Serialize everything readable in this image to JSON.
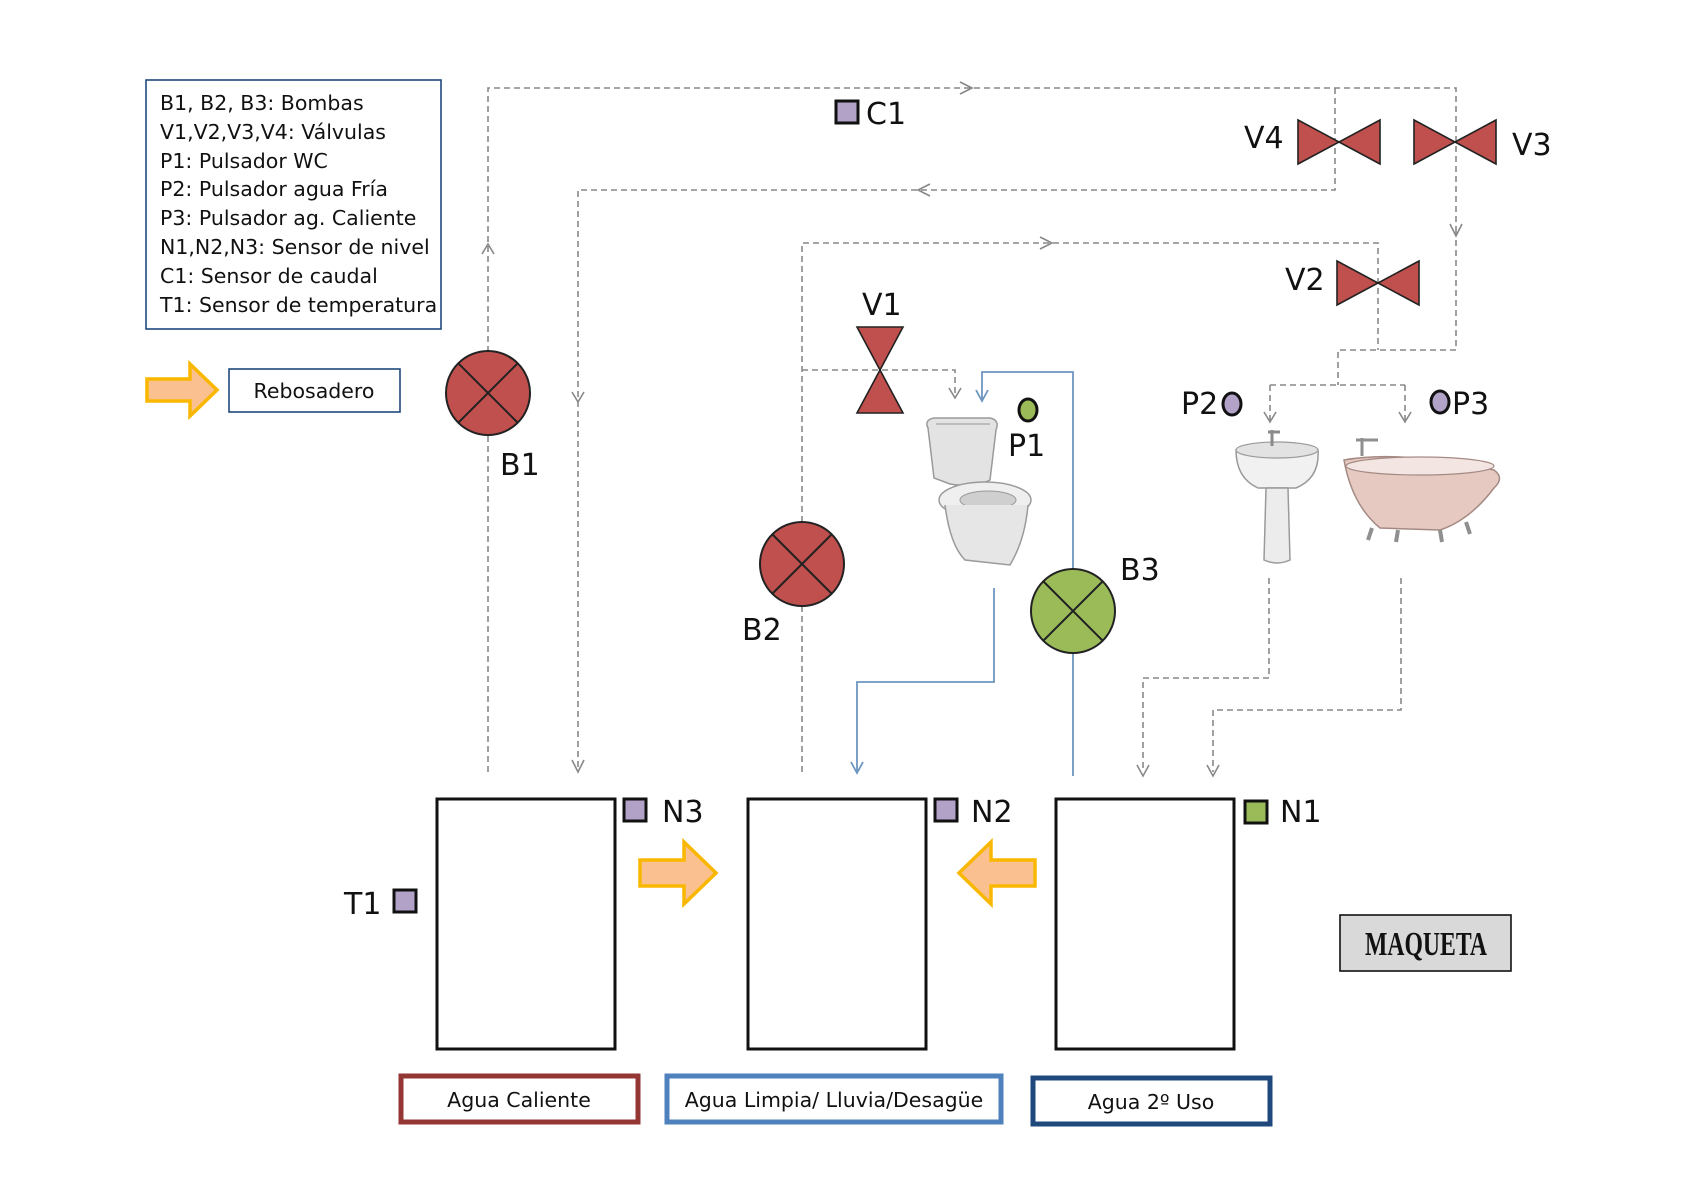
{
  "legend": {
    "lines": [
      "B1, B2, B3: Bombas",
      "V1,V2,V3,V4: Válvulas",
      "P1: Pulsador WC",
      "P2: Pulsador agua Fría",
      "P3: Pulsador ag. Caliente",
      "N1,N2,N3: Sensor de nivel",
      "C1: Sensor de caudal",
      "T1: Sensor de temperatura"
    ],
    "overflow_label": "Rebosadero"
  },
  "pumps": [
    {
      "id": "B1",
      "label": "B1",
      "color": "#c0504d"
    },
    {
      "id": "B2",
      "label": "B2",
      "color": "#c0504d"
    },
    {
      "id": "B3",
      "label": "B3",
      "color": "#9bbb59"
    }
  ],
  "valves": [
    {
      "id": "V1",
      "label": "V1"
    },
    {
      "id": "V2",
      "label": "V2"
    },
    {
      "id": "V3",
      "label": "V3"
    },
    {
      "id": "V4",
      "label": "V4"
    }
  ],
  "valve_color": "#c0504d",
  "sensors": {
    "c1": "C1",
    "t1": "T1",
    "n1": "N1",
    "n2": "N2",
    "n3": "N3"
  },
  "buttons": {
    "p1": "P1",
    "p2": "P2",
    "p3": "P3"
  },
  "tanks": [
    {
      "id": "hot",
      "label": "Agua Caliente",
      "border_color": "#943634"
    },
    {
      "id": "clean",
      "label": "Agua Limpia/ Lluvia/Desagüe",
      "border_color": "#4f81bd"
    },
    {
      "id": "second",
      "label": "Agua 2º Uso",
      "border_color": "#1f497d"
    }
  ],
  "colors": {
    "sensor_purple": "#b3a2c7",
    "sensor_green": "#9bbb59",
    "overflow_arrow_fill": "#fac090",
    "overflow_arrow_stroke": "#f9b700",
    "pipe_gray": "#888888",
    "pipe_blue": "#6d95c0"
  },
  "badge": "MAQUETA"
}
